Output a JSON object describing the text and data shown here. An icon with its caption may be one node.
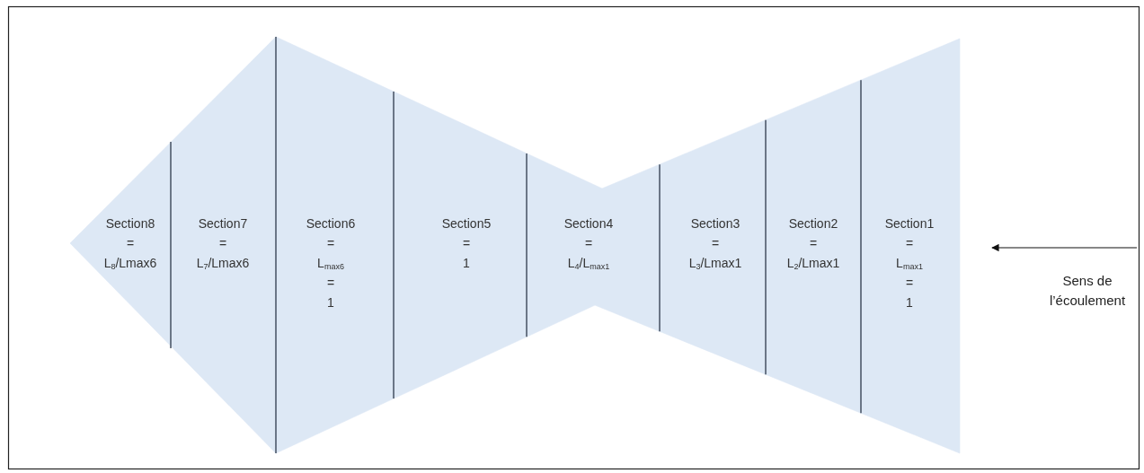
{
  "diagram": {
    "nodes": [
      {
        "text": [
          "Section8",
          "=",
          "L$_{8}$/Lmax6"
        ]
      },
      {
        "text": [
          "Section7",
          "=",
          "L$_{7}$/Lmax6"
        ]
      },
      {
        "text": [
          "Section6",
          "=",
          "L$_{max6}$",
          "=",
          "1"
        ]
      },
      {
        "text": [
          "Section5",
          "=",
          "1"
        ]
      },
      {
        "text": [
          "Section4",
          "=",
          "L$_{4}$/L$_{max1}$"
        ]
      },
      {
        "text": [
          "Section3",
          "=",
          "L$_{3}$/Lmax1"
        ]
      },
      {
        "text": [
          "Section2",
          "=",
          "L$_{2}$/Lmax1"
        ]
      },
      {
        "text": [
          "Section1",
          "=",
          "L$_{max1}$",
          "=",
          "1"
        ]
      }
    ],
    "edges": [],
    "labels": [
      "Sens de l’écoulement"
    ]
  }
}
